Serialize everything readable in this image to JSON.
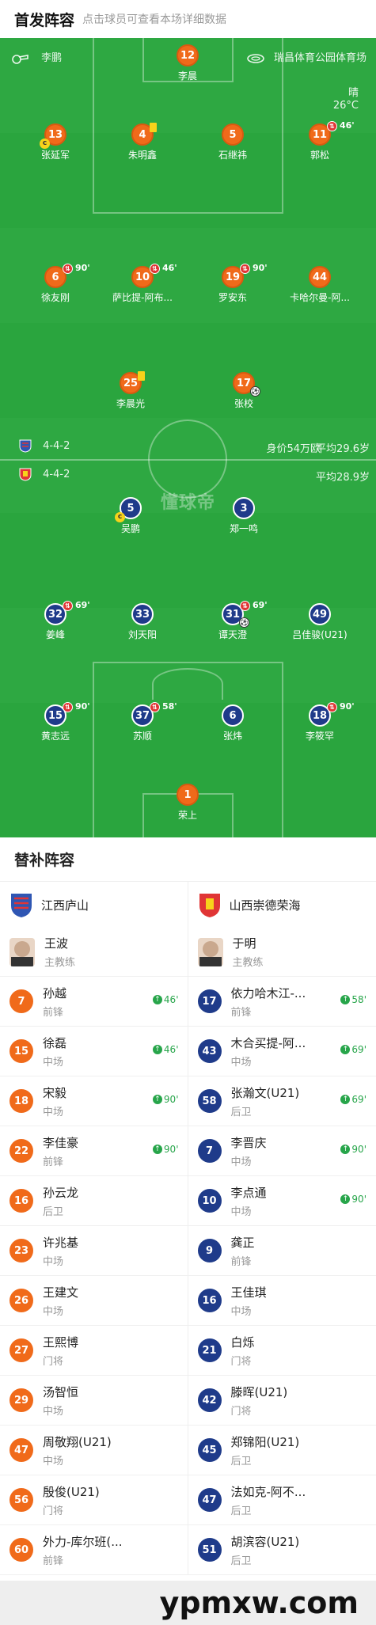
{
  "header": {
    "title": "首发阵容",
    "subtitle": "点击球员可查看本场详细数据"
  },
  "pitch": {
    "referee": "李鹏",
    "venue": "瑞昌体育公园体育场",
    "weather": "晴",
    "temperature": "26°C",
    "watermark": "懂球帝",
    "home": {
      "formation": "4-4-2",
      "value": "身价54万欧",
      "avg_age": "平均29.6岁"
    },
    "away": {
      "formation": "4-4-2",
      "avg_age": "平均28.9岁"
    },
    "home_players": [
      {
        "num": "12",
        "name": "李晨"
      },
      {
        "num": "13",
        "name": "张延军"
      },
      {
        "num": "4",
        "name": "朱明鑫"
      },
      {
        "num": "5",
        "name": "石继祎"
      },
      {
        "num": "11",
        "name": "郭松",
        "sub_min": "46'"
      },
      {
        "num": "6",
        "name": "徐友刚",
        "sub_min": "90'"
      },
      {
        "num": "10",
        "name": "萨比提-阿布...",
        "sub_min": "46'"
      },
      {
        "num": "19",
        "name": "罗安东",
        "sub_min": "90'"
      },
      {
        "num": "44",
        "name": "卡哈尔曼-阿..."
      },
      {
        "num": "25",
        "name": "李晨光"
      },
      {
        "num": "17",
        "name": "张校"
      }
    ],
    "away_players": [
      {
        "num": "5",
        "name": "吴鹏"
      },
      {
        "num": "3",
        "name": "郑一鸣"
      },
      {
        "num": "32",
        "name": "姜峰",
        "sub_min": "69'"
      },
      {
        "num": "33",
        "name": "刘天阳"
      },
      {
        "num": "31",
        "name": "谭天澄",
        "sub_min": "69'"
      },
      {
        "num": "49",
        "name": "吕佳骏(U21)"
      },
      {
        "num": "15",
        "name": "黄志远",
        "sub_min": "90'"
      },
      {
        "num": "37",
        "name": "苏顺",
        "sub_min": "58'"
      },
      {
        "num": "6",
        "name": "张炜"
      },
      {
        "num": "18",
        "name": "李筱罕",
        "sub_min": "90'"
      },
      {
        "num": "1",
        "name": "荣上"
      }
    ]
  },
  "bench": {
    "title": "替补阵容",
    "home": {
      "team": "江西庐山",
      "coach": {
        "name": "王波",
        "role": "主教练"
      },
      "subs": [
        {
          "num": "7",
          "name": "孙越",
          "pos": "前锋",
          "in": "46'"
        },
        {
          "num": "15",
          "name": "徐磊",
          "pos": "中场",
          "in": "46'"
        },
        {
          "num": "18",
          "name": "宋毅",
          "pos": "中场",
          "in": "90'"
        },
        {
          "num": "22",
          "name": "李佳豪",
          "pos": "前锋",
          "in": "90'"
        },
        {
          "num": "16",
          "name": "孙云龙",
          "pos": "后卫"
        },
        {
          "num": "23",
          "name": "许兆基",
          "pos": "中场"
        },
        {
          "num": "26",
          "name": "王建文",
          "pos": "中场"
        },
        {
          "num": "27",
          "name": "王熙博",
          "pos": "门将"
        },
        {
          "num": "29",
          "name": "汤智恒",
          "pos": "中场"
        },
        {
          "num": "47",
          "name": "周敬翔(U21)",
          "pos": "中场"
        },
        {
          "num": "56",
          "name": "殷俊(U21)",
          "pos": "门将"
        },
        {
          "num": "60",
          "name": "外力-库尔班(...",
          "pos": "前锋"
        }
      ]
    },
    "away": {
      "team": "山西崇德荣海",
      "coach": {
        "name": "于明",
        "role": "主教练"
      },
      "subs": [
        {
          "num": "17",
          "name": "依力哈木江-...",
          "pos": "前锋",
          "in": "58'"
        },
        {
          "num": "43",
          "name": "木合买提-阿...",
          "pos": "中场",
          "in": "69'"
        },
        {
          "num": "58",
          "name": "张瀚文(U21)",
          "pos": "后卫",
          "in": "69'"
        },
        {
          "num": "7",
          "name": "李晋庆",
          "pos": "中场",
          "in": "90'"
        },
        {
          "num": "10",
          "name": "李点通",
          "pos": "中场",
          "in": "90'"
        },
        {
          "num": "9",
          "name": "龚正",
          "pos": "前锋"
        },
        {
          "num": "16",
          "name": "王佳琪",
          "pos": "中场"
        },
        {
          "num": "21",
          "name": "白烁",
          "pos": "门将"
        },
        {
          "num": "42",
          "name": "滕晖(U21)",
          "pos": "门将"
        },
        {
          "num": "45",
          "name": "郑锦阳(U21)",
          "pos": "后卫"
        },
        {
          "num": "47",
          "name": "法如克-阿不...",
          "pos": "后卫"
        },
        {
          "num": "51",
          "name": "胡滨容(U21)",
          "pos": "后卫"
        }
      ]
    }
  },
  "watermark": "ypmxw.com"
}
